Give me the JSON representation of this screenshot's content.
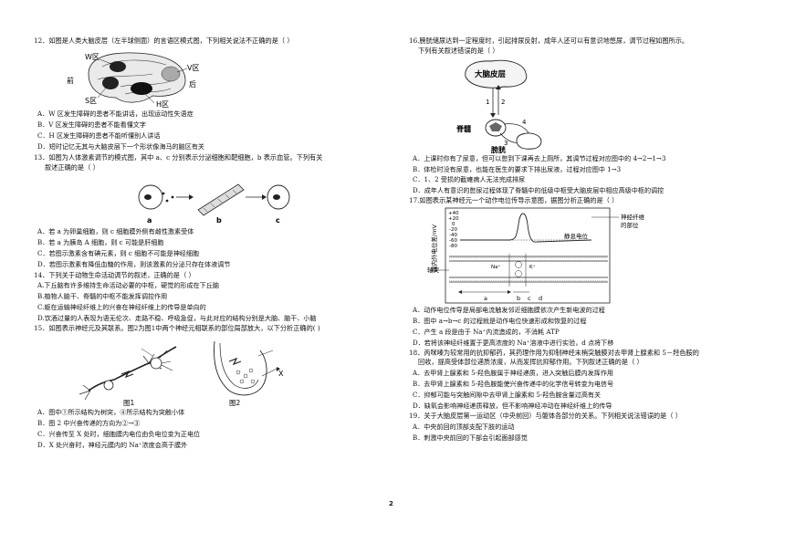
{
  "page_number": "2",
  "q12": {
    "stem": "12．如图是人类大脑皮层（左半球侧面）的言语区模式图，下列相关说法不正确的是（      ）",
    "fig_labels": {
      "w": "W区",
      "v": "V区",
      "front": "前",
      "back": "后",
      "s": "S区",
      "h": "H区"
    },
    "options": [
      "A．W 区发生障碍的患者不能讲话，出现运动性失语症",
      "B．V 区发生障碍的患者不能看懂文字",
      "C．H 区发生障碍的患者不能听懂别人讲话",
      "D．短时记忆无其与大脑皮层下一个形状像海马的脑区有关"
    ]
  },
  "q13": {
    "stem1": "13．如图为人体激素调节的模式图，其中 a、c 分别表示分泌细胞和靶细胞，b 表示血管。下列有关",
    "stem2": "叙述正确的是（      ）",
    "fig_labels": {
      "a": "a",
      "b": "b",
      "c": "c"
    },
    "options": [
      "A．若 a 为卵巢细胞，则 c 细胞膜外侧有雌性激素受体",
      "B．若 a 为胰岛 A 细胞，则 c 可能是肝细胞",
      "C．若图示激素含有碘元素，则 c 细胞不可能是神经细胞",
      "D．若图示激素有降低血糖的作用，则该激素的分泌只存在体液调节"
    ]
  },
  "q14": {
    "stem": "14．下列关于动物生命活动调节的叙述，正确的是（      ）",
    "options": [
      "A.下丘脑有许多维持生命活动必要的中枢，硬觉的形成在下丘脑",
      "B.植物人脑干、脊髓的中枢不能发挥调控作用",
      "C.躯在运输神经纤维上的兴奋在神经纤维上的传导是单向的",
      "D.饮酒过量的人表现为语无伦次、走路不稳、呼吸急促，与此对应的结构分别是大脑、脑干、小脑"
    ]
  },
  "q15": {
    "stem": "15．如图表示神经元及其联系。图2为图1中两个神经元相联系的部位局部放大，以下分析正确的(          )",
    "fig_labels": {
      "fig1": "图1",
      "fig2": "图2",
      "x": "X"
    },
    "options": [
      "A．图中①所示结构为树突，④所示结构为突触小体",
      "B．图 2 中兴奋传递的方向为②→③",
      "C．兴奋传至 X 处时，细胞膜内电位由负电位变为正电位",
      "D．X 处兴奋时，神经元膜内的 Na⁺浓度会高于膜外"
    ]
  },
  "q16": {
    "stem1": "16.膀胱储尿达到一定程度时，引起排尿反射，成年人还可以有意识地憋尿，调节过程如图所示。",
    "stem2": "下列有关叙述错误的是（      ）",
    "fig_labels": {
      "cortex": "大脑皮层",
      "spine": "脊髓",
      "bladder": "膀胱",
      "n1": "1",
      "n2": "2",
      "n3": "3",
      "n4": "4"
    },
    "options": [
      "A．上课时你有了尿意，但可以憋到下课再去上厕所，其调节过程对应图中的 4→2→1→3",
      "B．体检时没有尿意，也能在医生的要求下排出尿液，过程对应图中 1→3",
      "C．1、2 受损的截瘫病人无法完成排尿",
      "D．成年人有意识的憋尿过程体现了脊髓中的低级中枢受大脑皮层中相应高级中枢的调控"
    ]
  },
  "q17": {
    "stem": "17.如图表示某神经元一个动作电位传导示意图，据图分析正确的是（      ）",
    "fig_labels": {
      "ylabel": "膜内外电位差/mV",
      "y40": "+40",
      "y20": "+20",
      "y0": "0",
      "yn20": "-20",
      "yn40": "-40",
      "yn60": "-60",
      "yn80": "-80",
      "rest": "静息电位",
      "fiber1": "神经纤维",
      "fiber2": "的部位",
      "axon": "轴突",
      "a": "a",
      "b": "b",
      "c": "c",
      "d": "d",
      "kplus": "K⁺",
      "naplus": "Na⁺"
    },
    "options": [
      "A．动作电位传导是局部电流触发邻近细胞膜依次产生新电波的过程",
      "B．图中 a→b→c 的过程就是动作电位快速形成和恢复的过程",
      "C．产生 a 段是由于 Na⁺内流造成的，不消耗 ATP",
      "D．若将该神经纤维置于更高浓度的 Na⁺溶液中进行实验，d 点将下移"
    ]
  },
  "q18": {
    "stem1": "18．丙咪嗪为较常用的抗抑郁药，其药理作用为抑制神经末梢突触膜对去甲肾上腺素和 5－羟色胺的",
    "stem2": "回收，提高受体部位递质浓度，从而发挥抗抑郁作用。下列叙述正确的是（      ）",
    "options": [
      "A．去甲肾上腺素和 5-羟色胺属于神经递质，进入突触后膜内发挥作用",
      "B．去甲肾上腺素和 5-羟色胺能使兴奋传递中的化学信号转变为电信号",
      "C．抑郁可能与突触间隙中去甲肾上腺素和 5-羟色胺含量过高有关",
      "D．缺氧会影响神经递质释放，但不影响神经冲动在神经纤维上的传导"
    ]
  },
  "q19": {
    "stem": "19．关于大脑皮层第一运动区（中央前回）与躯体各部分的关系。下列相关说法错误的是（      ）",
    "options": [
      "A．中央前回的顶部支配下肢的运动",
      "B．刺激中央前回的下部会引起面部感觉"
    ]
  }
}
